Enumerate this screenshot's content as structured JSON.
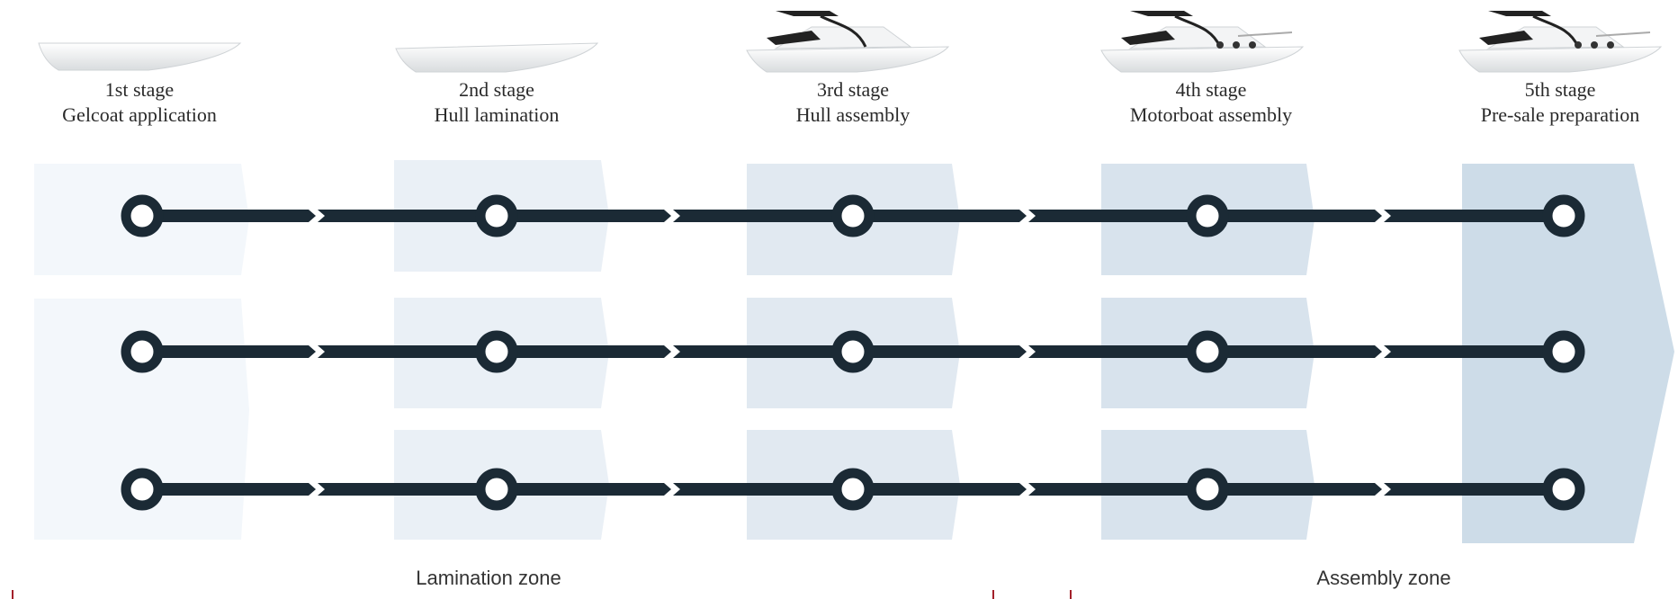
{
  "stages": [
    {
      "number": "1st stage",
      "name": "Gelcoat application",
      "icon": "boat-hull-mold-icon"
    },
    {
      "number": "2nd stage",
      "name": "Hull lamination",
      "icon": "boat-hull-icon"
    },
    {
      "number": "3rd stage",
      "name": "Hull assembly",
      "icon": "motorboat-icon"
    },
    {
      "number": "4th stage",
      "name": "Motorboat assembly",
      "icon": "motorboat-icon"
    },
    {
      "number": "5th stage",
      "name": "Pre-sale preparation",
      "icon": "motorboat-icon"
    }
  ],
  "zones": [
    {
      "label": "Lamination zone"
    },
    {
      "label": "Assembly zone"
    }
  ],
  "colors": {
    "line": "#1b2a35",
    "zone_marker": "#a3202a",
    "block_shades": [
      "#f3f7fb",
      "#eaf0f6",
      "#e1e9f1",
      "#d8e3ed",
      "#cddcE8"
    ]
  },
  "rows": 3
}
